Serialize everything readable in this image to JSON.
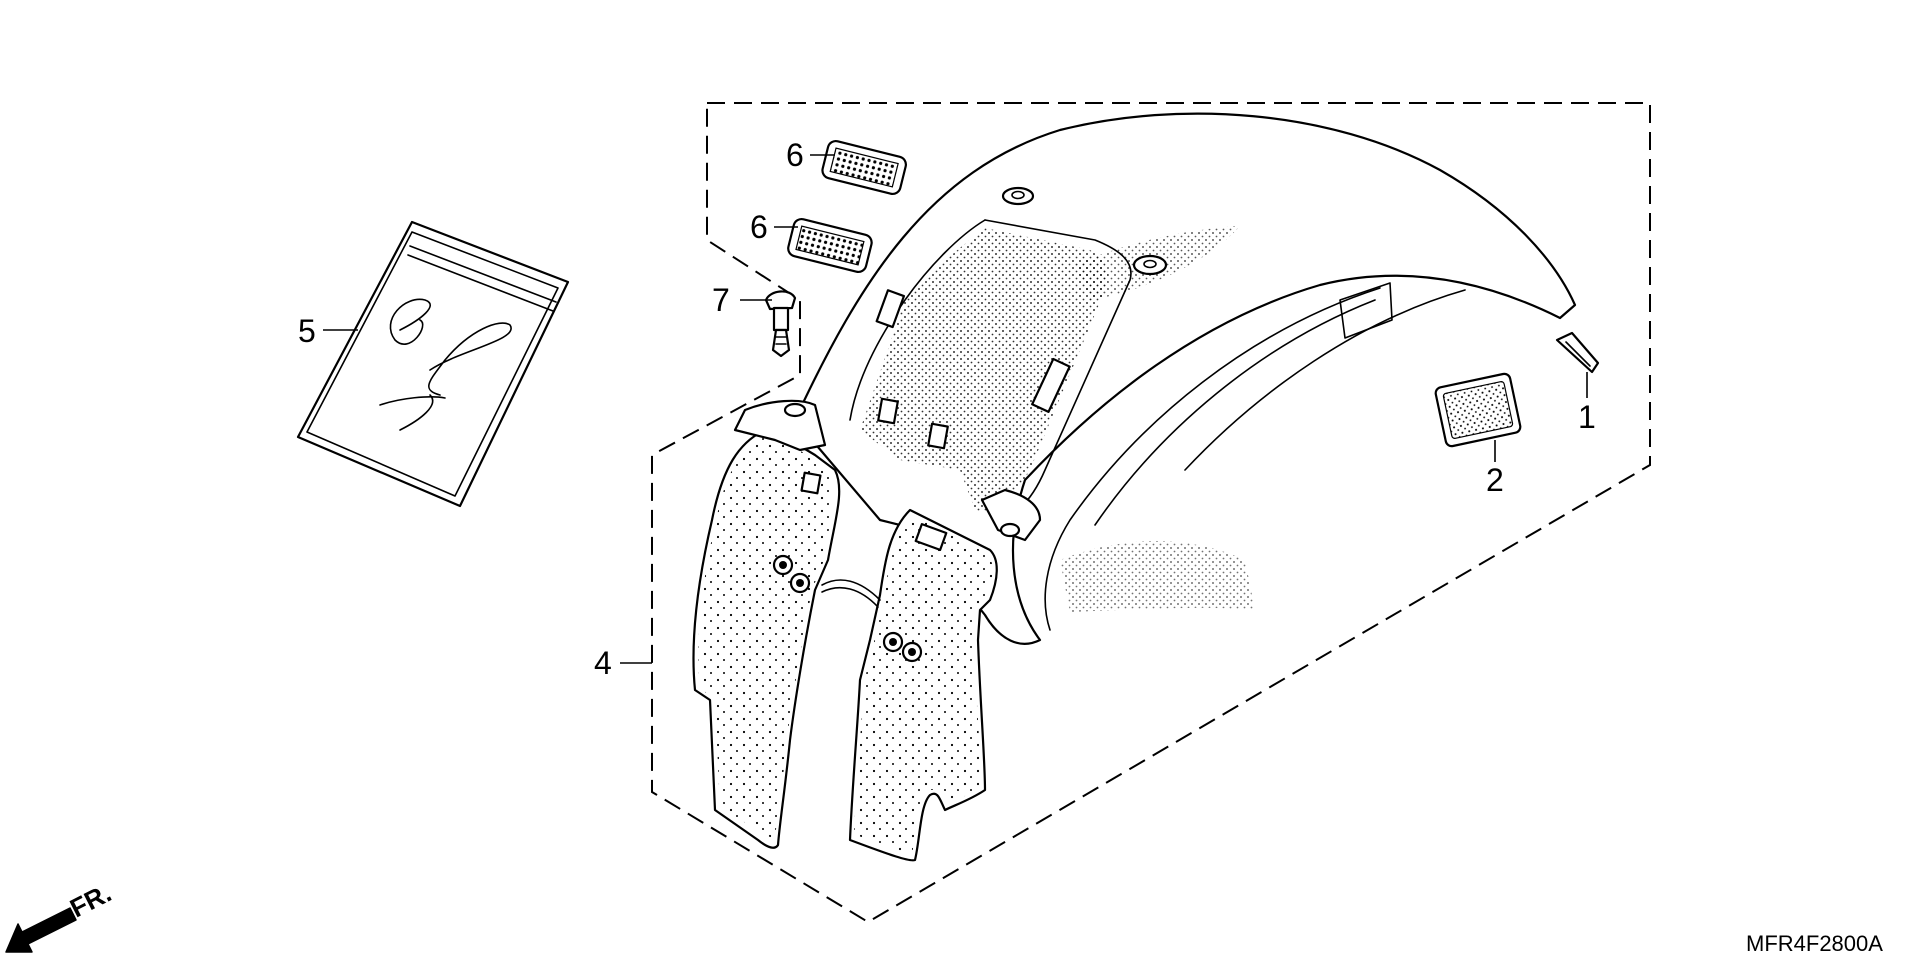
{
  "callouts": [
    {
      "id": "1",
      "label": "1"
    },
    {
      "id": "2",
      "label": "2"
    },
    {
      "id": "4",
      "label": "4"
    },
    {
      "id": "5",
      "label": "5"
    },
    {
      "id": "6a",
      "label": "6"
    },
    {
      "id": "6b",
      "label": "6"
    },
    {
      "id": "7",
      "label": "7"
    }
  ],
  "diagram_code": "MFR4F2800A",
  "direction_label": "FR.",
  "icons": {
    "direction": "front-direction-arrow-icon"
  }
}
